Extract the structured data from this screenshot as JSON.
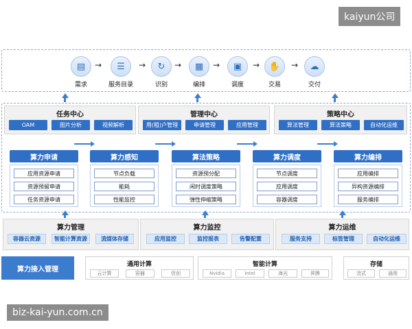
{
  "watermarks": {
    "top": "kaiyun公司",
    "bottom": "biz-kai-yun.com.cn"
  },
  "flow": [
    {
      "label": "需求",
      "icon": "document-icon"
    },
    {
      "label": "服务目录",
      "icon": "list-icon"
    },
    {
      "label": "识别",
      "icon": "refresh-icon"
    },
    {
      "label": "编排",
      "icon": "grid-icon"
    },
    {
      "label": "调度",
      "icon": "monitor-icon"
    },
    {
      "label": "交易",
      "icon": "handshake-icon"
    },
    {
      "label": "交付",
      "icon": "cloud-icon"
    }
  ],
  "centers": [
    {
      "title": "任务中心",
      "items": [
        "OAM",
        "图片分析",
        "视频解析"
      ]
    },
    {
      "title": "管理中心",
      "items": [
        "用(租)户管理",
        "申请管理",
        "应用管理"
      ]
    },
    {
      "title": "策略中心",
      "items": [
        "算法管理",
        "算法策略",
        "自动化运维"
      ]
    }
  ],
  "modules": [
    {
      "title": "算力申请",
      "items": [
        "应用资源申请",
        "资源预留申请",
        "任务资源申请"
      ]
    },
    {
      "title": "算力感知",
      "items": [
        "节点负载",
        "能耗",
        "性能监控"
      ]
    },
    {
      "title": "算法策略",
      "items": [
        "资源预分配",
        "闲时调度策略",
        "弹性伸缩策略"
      ]
    },
    {
      "title": "算力调度",
      "items": [
        "节点调度",
        "应用调度",
        "容器调度"
      ]
    },
    {
      "title": "算力编排",
      "items": [
        "应用编排",
        "异构资源编排",
        "服务编排"
      ]
    }
  ],
  "ops": [
    {
      "title": "算力管理",
      "items": [
        "容器云资源",
        "智能计算资源",
        "流媒体存储"
      ]
    },
    {
      "title": "算力监控",
      "items": [
        "应用监控",
        "监控报表",
        "告警配置"
      ]
    },
    {
      "title": "算力运维",
      "items": [
        "服务支持",
        "标签管理",
        "自动化运维"
      ]
    }
  ],
  "access": {
    "label": "算力接入管理"
  },
  "resources": [
    {
      "title": "通用计算",
      "items": [
        "云计算",
        "容器",
        "信创"
      ]
    },
    {
      "title": "智能计算",
      "items": [
        "Nvidia",
        "Intel",
        "海光",
        "昇腾"
      ]
    },
    {
      "title": "存储",
      "items": [
        "流式",
        "通用"
      ]
    }
  ],
  "colors": {
    "primary": "#2f6fc6",
    "light": "#dbe8f7",
    "panel": "#f1f1f1"
  }
}
